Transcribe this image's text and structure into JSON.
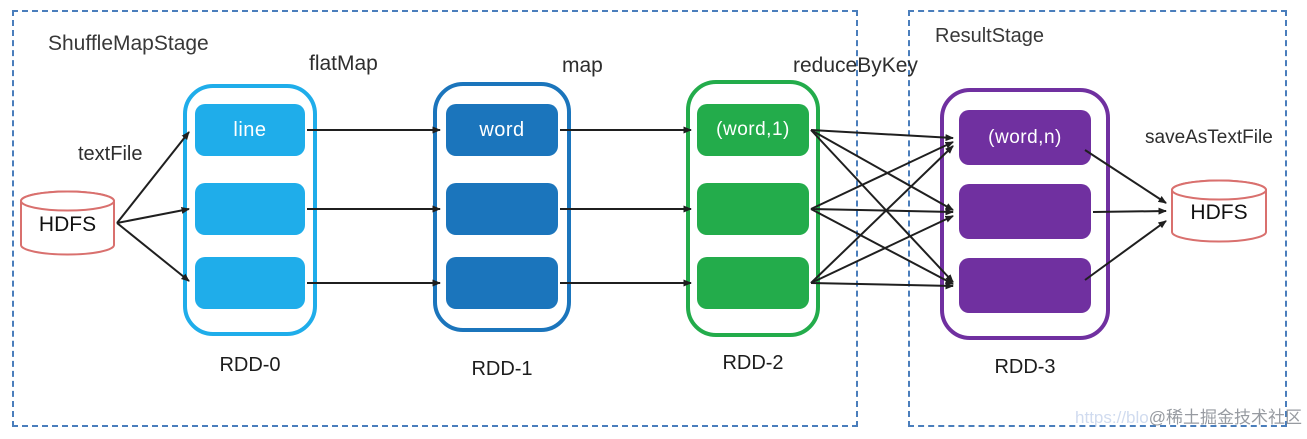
{
  "diagram": {
    "stages": [
      {
        "label": "ShuffleMapStage"
      },
      {
        "label": "ResultStage"
      }
    ],
    "operations": {
      "text_file": "textFile",
      "flat_map": "flatMap",
      "map": "map",
      "reduce_by_key": "reduceByKey",
      "save_as_text_file": "saveAsTextFile"
    },
    "datastores": {
      "input_label": "HDFS",
      "output_label": "HDFS"
    },
    "rdds": [
      {
        "name": "RDD-0",
        "block_label": "line",
        "block_count": 3,
        "color": "#1fadea"
      },
      {
        "name": "RDD-1",
        "block_label": "word",
        "block_count": 3,
        "color": "#1b75bc"
      },
      {
        "name": "RDD-2",
        "block_label": "(word,1)",
        "block_count": 3,
        "color": "#23ac4b"
      },
      {
        "name": "RDD-3",
        "block_label": "(word,n)",
        "block_count": 3,
        "color": "#7030a0"
      }
    ],
    "colors": {
      "stage_border": "#4a7ebc",
      "hdfs_outline": "#d9706e",
      "arrow": "#1f1f1f",
      "rdd0": "#1fadea",
      "rdd1": "#1b75bc",
      "rdd2": "#23ac4b",
      "rdd3": "#7030a0"
    },
    "watermark": {
      "prefix": "https://blo",
      "text": "@稀土掘金技术社区"
    }
  }
}
